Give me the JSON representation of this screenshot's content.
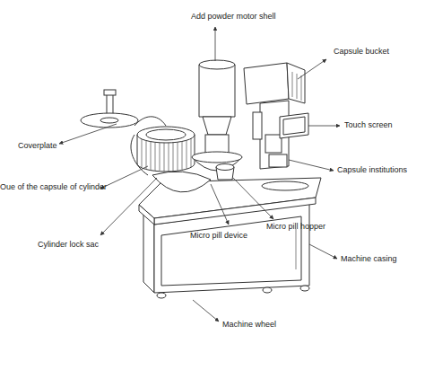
{
  "diagram": {
    "labels": [
      "Add powder motor shell",
      "Capsule bucket",
      "Touch screen",
      "Capsule institutions",
      "Coverplate",
      "Oue of the capsule of cylinder",
      "Cylinder lock sac",
      "Micro pill device",
      "Micro pill hopper",
      "Machine casing",
      "Machine wheel"
    ]
  }
}
